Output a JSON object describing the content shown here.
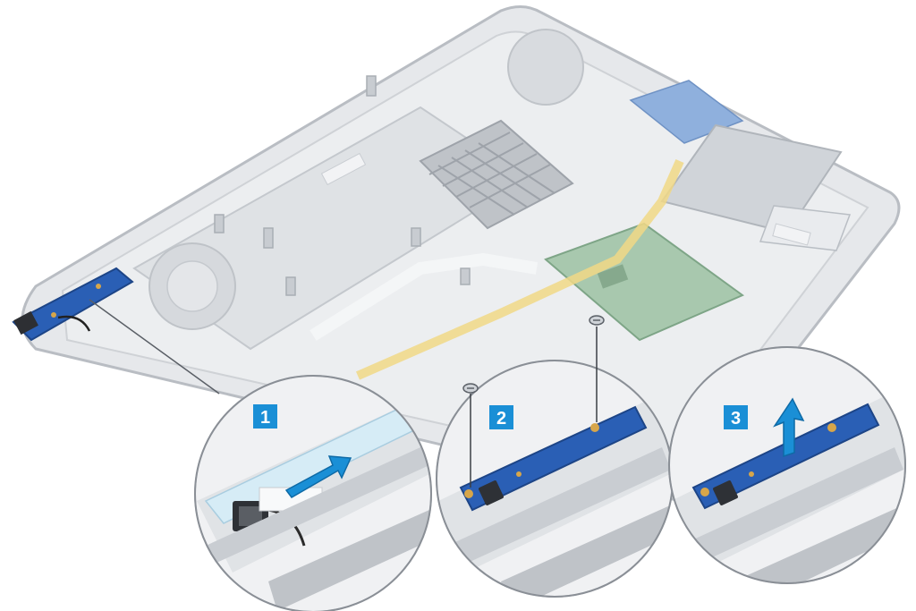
{
  "steps": [
    {
      "number": "1"
    },
    {
      "number": "2"
    },
    {
      "number": "3"
    }
  ],
  "colors": {
    "step_badge": "#1a8fd6",
    "board": "#2a5fb5",
    "board_dark": "#1f4a94",
    "chassis": "#e2e4e7",
    "chassis_edge": "#b7bbc1",
    "touchpad_board": "#5e9a6a",
    "cable": "#f1d27a",
    "arrow": "#1a8fd6"
  },
  "icons": [
    "push-arrow-icon",
    "lift-arrow-icon",
    "screw-icon"
  ]
}
